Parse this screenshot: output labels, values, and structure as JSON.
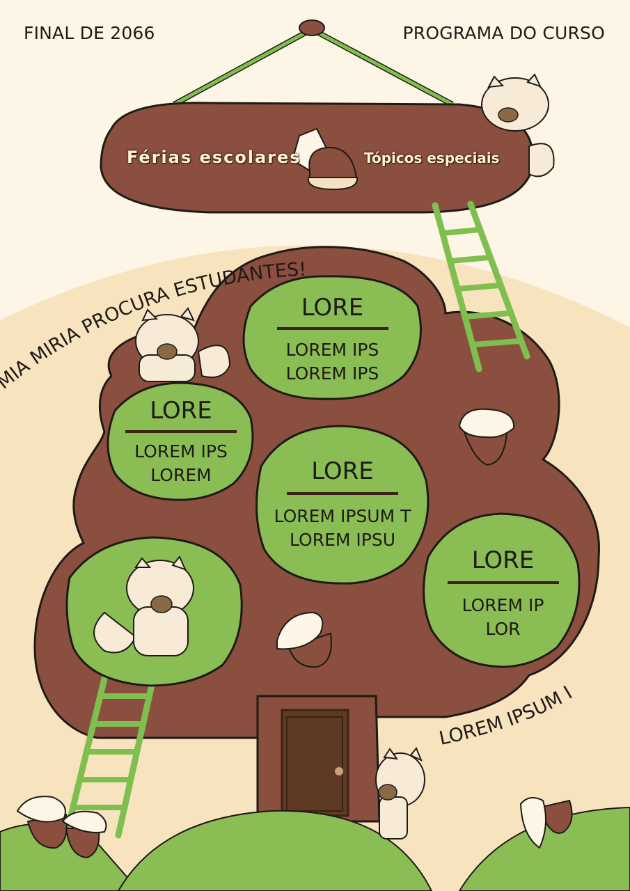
{
  "header": {
    "left": "FINAL DE 2066",
    "right": "PROGRAMA DO CURSO"
  },
  "sign": {
    "left_text": "Férias escolares",
    "right_text": "Tópicos especiais"
  },
  "curved_text": {
    "top": "MIA MIRIA PROCURA ESTUDANTES!",
    "bottom": "LOREM IPSUM I"
  },
  "blobs": [
    {
      "title": "LORE",
      "line1": "LOREM IPS",
      "line2": "LOREM IPS"
    },
    {
      "title": "LORE",
      "line1": "LOREM IPS",
      "line2": "LOREM"
    },
    {
      "title": "LORE",
      "line1": "LOREM IPSUM T",
      "line2": "LOREM IPSU"
    },
    {
      "title": "LORE",
      "line1": "LOREM IP",
      "line2": "LOR"
    }
  ],
  "colors": {
    "background": "#fdf6e6",
    "hill": "#f8e3bf",
    "tree_brown": "#8a4f3e",
    "leaf_green": "#8bbd55",
    "ladder_green": "#7fbf4f",
    "door": "#5e3a24",
    "squirrel": "#f7ead6"
  },
  "icons": [
    "squirrel-icon",
    "acorn-icon",
    "chestnut-icon",
    "ladder-icon",
    "door-icon"
  ]
}
